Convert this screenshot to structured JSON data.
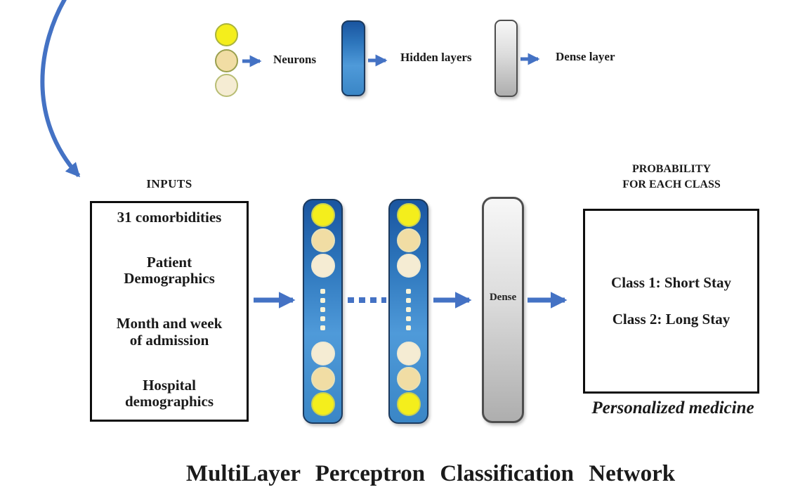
{
  "legend": {
    "neurons_label": "Neurons",
    "hidden_layers_label": "Hidden layers",
    "dense_layer_label": "Dense layer",
    "neuron_colors": [
      "#f4ee1c",
      "#f1dda4",
      "#f5ecd3"
    ]
  },
  "inputs": {
    "title": "INPUTS",
    "items": [
      "31 comorbidities",
      "Patient\nDemographics",
      "Month and week\nof admission",
      "Hospital\ndemographics"
    ]
  },
  "hidden": {
    "dense_label": "Dense",
    "column_circle_order": [
      "yellow",
      "wheat",
      "cream",
      "ellipsis-dots",
      "cream",
      "wheat",
      "yellow"
    ]
  },
  "output": {
    "title": "PROBABILITY\nFOR EACH CLASS",
    "classes": [
      "Class 1: Short Stay",
      "Class 2: Long Stay"
    ],
    "caption": "Personalized medicine"
  },
  "footer": {
    "title": "MultiLayer Perceptron Classification Network"
  },
  "colors": {
    "arrow_blue": "#4472c4",
    "neuron_yellow": "#f4ee1c",
    "neuron_wheat": "#f1dda4",
    "neuron_cream": "#f5ecd3",
    "hidden_layer_blue_dark": "#1a55a0",
    "hidden_layer_blue_light": "#4f9ad9",
    "dense_gray_light": "#f7f7f7",
    "dense_gray_dark": "#aeaeae",
    "box_border": "#0e0e0e"
  }
}
